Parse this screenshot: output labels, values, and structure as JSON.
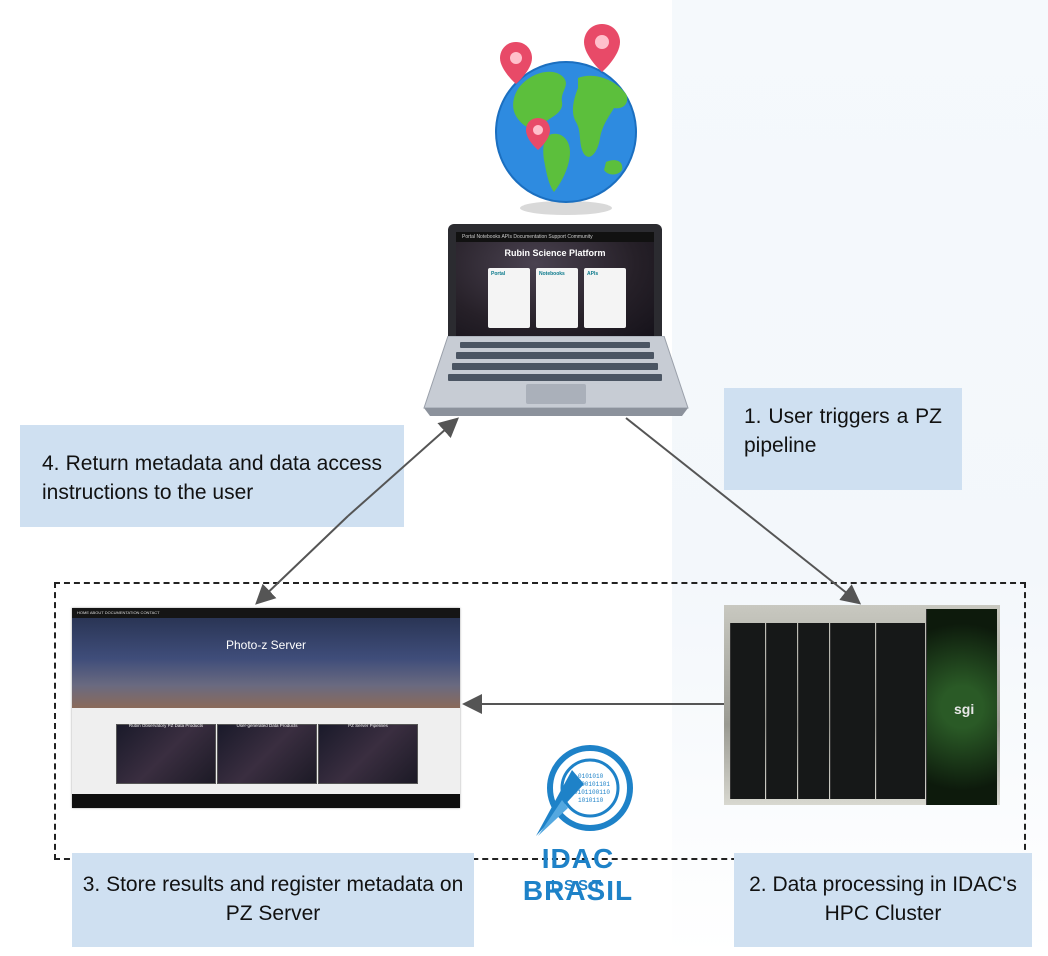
{
  "steps": {
    "step1": "1. User triggers a PZ pipeline",
    "step2": "2. Data processing in IDAC's HPC Cluster",
    "step3": "3. Store results and register metadata on PZ Server",
    "step4": "4. Return metadata and data access instructions to the user"
  },
  "rsp_screenshot": {
    "nav": "Portal  Notebooks  APIs  Documentation  Support  Community",
    "title": "Rubin Science Platform",
    "cards": [
      "Portal",
      "Notebooks",
      "APIs"
    ]
  },
  "pz_screenshot": {
    "nav": "HOME  ABOUT  DOCUMENTATION  CONTACT",
    "title": "Photo-z Server",
    "cards": [
      "Rubin Observatory PZ Data Products",
      "User-generated Data Products",
      "PZ Server Pipelines"
    ]
  },
  "hpc": {
    "label": "sgi"
  },
  "logo": {
    "name": "IDAC BRASIL",
    "sub": "LSST"
  },
  "colors": {
    "step_box": "#cfe0f1",
    "logo_blue": "#1e82c8",
    "arrow": "#555555"
  },
  "icons": [
    "globe-icon",
    "map-pin-icon",
    "laptop-icon",
    "idac-brasil-logo"
  ]
}
